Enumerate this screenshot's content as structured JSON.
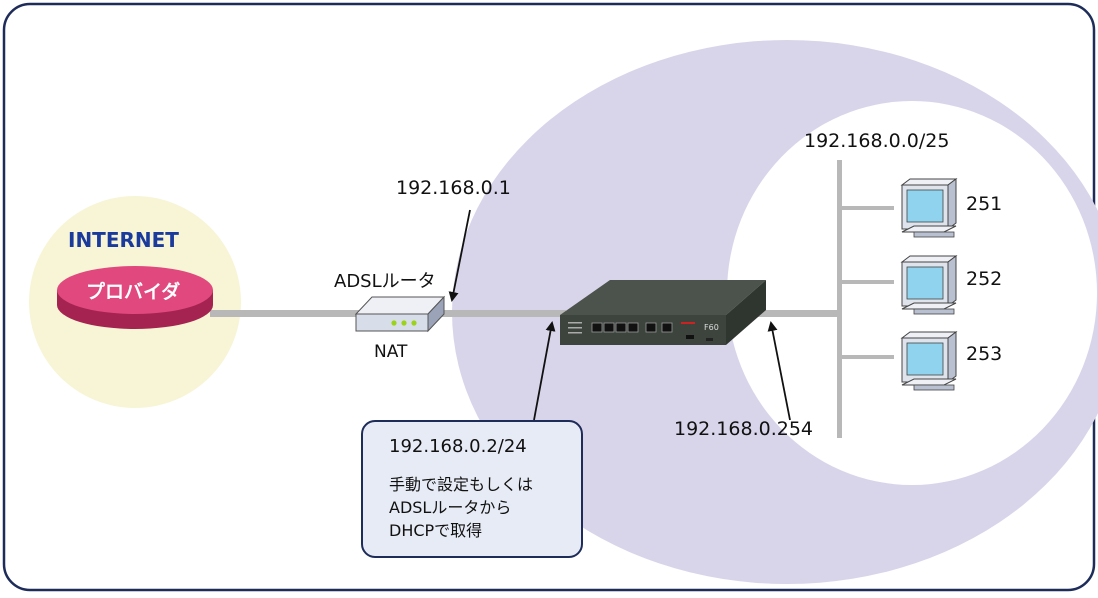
{
  "internet": {
    "title": "INTERNET",
    "provider": "プロバイダ"
  },
  "router": {
    "name": "ADSLルータ",
    "ip": "192.168.0.1",
    "feature": "NAT"
  },
  "device": {
    "wan_ip": "192.168.0.2/24",
    "lan_ip": "192.168.0.254",
    "model": "F60"
  },
  "lan": {
    "network": "192.168.0.0/25",
    "hosts": [
      "251",
      "252",
      "253"
    ]
  },
  "callout": {
    "ip": "192.168.0.2/24",
    "lines": [
      "手動で設定もしくは",
      "ADSLルータから",
      "DHCPで取得"
    ]
  },
  "colors": {
    "frame": "#1e2c5a",
    "purple_zone": "#d8d5ea",
    "internet_circle": "#f7f5d6",
    "provider": "#e0487e",
    "title_blue": "#1a3a9c",
    "cable": "#b8b8b8"
  }
}
